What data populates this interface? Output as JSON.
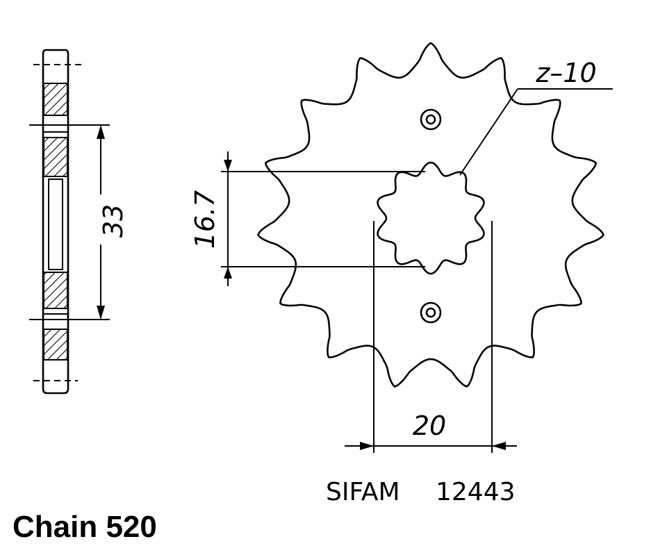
{
  "labels": {
    "teeth": "z–10",
    "bore_height": "16.7",
    "hub_height": "33",
    "bore_width": "20",
    "brand": "SIFAM",
    "part_number": "12443",
    "chain": "Chain 520"
  },
  "sprocket": {
    "outer_teeth": 15,
    "inner_splines": 10
  },
  "colors": {
    "line": "#000000",
    "background": "#ffffff"
  }
}
